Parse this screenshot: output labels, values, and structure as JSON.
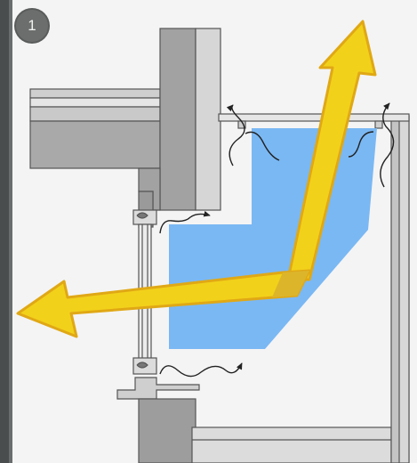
{
  "step": {
    "number": "1"
  },
  "colors": {
    "frame": "#4a4d4d",
    "panel": "#f4f4f4",
    "concrete_dark": "#9d9d9d",
    "concrete_mid": "#b5b5b5",
    "concrete_light": "#d9d9d9",
    "outline": "#555555",
    "water_blue": "#7ab8f4",
    "arrow_yellow": "#f2d11a",
    "arrow_edge": "#e0a815",
    "arrow_overlap": "#dcb52b",
    "airflow_line": "#222222"
  },
  "icons": {
    "step_badge": "circle-number",
    "airflow": "wavy-arrow",
    "light_ray": "block-arrow"
  }
}
